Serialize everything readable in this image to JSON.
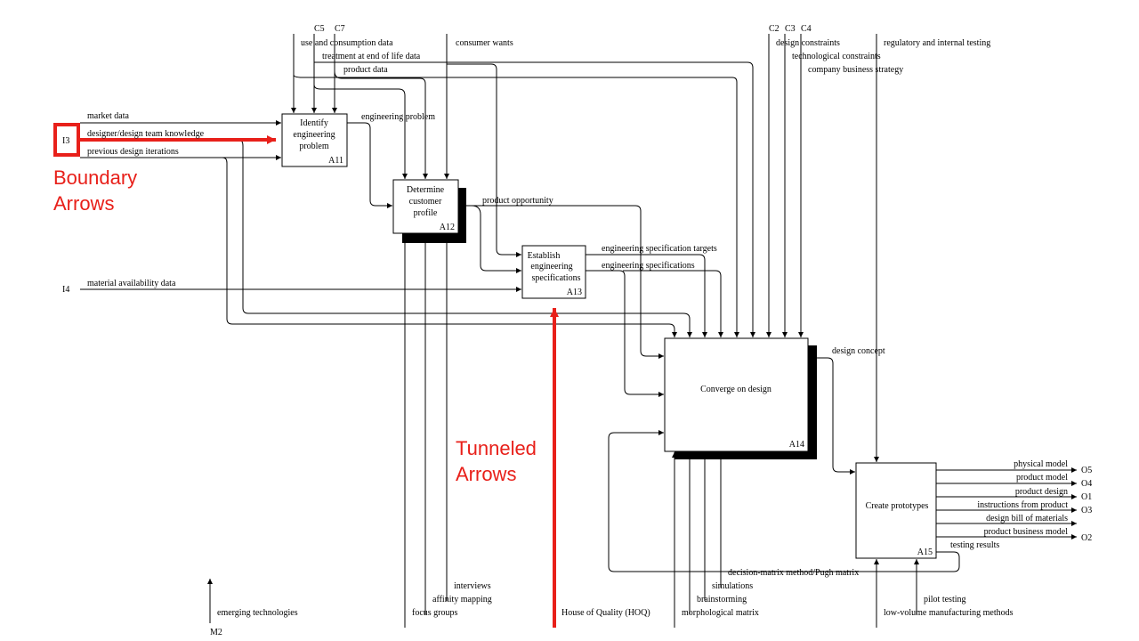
{
  "callouts": {
    "boundary": [
      "Boundary",
      "Arrows"
    ],
    "tunneled": [
      "Tunneled",
      "Arrows"
    ]
  },
  "activities": {
    "a11": {
      "lines": [
        "Identify",
        "engineering",
        "problem"
      ],
      "id": "A11"
    },
    "a12": {
      "lines": [
        "Determine",
        "customer",
        "profile"
      ],
      "id": "A12"
    },
    "a13": {
      "lines": [
        "Establish",
        "engineering",
        "specifications"
      ],
      "id": "A13"
    },
    "a14": {
      "lines": [
        "Converge on design"
      ],
      "id": "A14"
    },
    "a15": {
      "lines": [
        "Create prototypes"
      ],
      "id": "A15"
    }
  },
  "boundary_codes": {
    "c5": "C5",
    "c7": "C7",
    "c2": "C2",
    "c3": "C3",
    "c4": "C4",
    "i3": "I3",
    "i4": "I4",
    "m2": "M2",
    "o5": "O5",
    "o4": "O4",
    "o1": "O1",
    "o3": "O3",
    "o2": "O2"
  },
  "labels": {
    "use_consumption": "use and consumption data",
    "treatment_eol": "treatment at end of life data",
    "product_data": "product data",
    "consumer_wants": "consumer wants",
    "design_constraints": "design constraints",
    "regulatory": "regulatory and internal testing",
    "technological": "technological constraints",
    "business_strategy": "company business strategy",
    "market_data": "market data",
    "team_knowledge": "designer/design team knowledge",
    "previous_iterations": "previous design iterations",
    "engineering_problem": "engineering problem",
    "product_opportunity": "product opportunity",
    "spec_targets": "engineering specification targets",
    "specs": "engineering specifications",
    "material_data": "material availability data",
    "design_concept": "design concept",
    "physical_model": "physical model",
    "product_model": "product model",
    "product_design": "product design",
    "instructions": "instructions from product",
    "bom": "design bill of materials",
    "business_model": "product business model",
    "testing_results": "testing results",
    "decision_matrix": "decision-matrix method/Pugh matrix",
    "simulations": "simulations",
    "brainstorming": "brainstorming",
    "morphological": "morphological matrix",
    "interviews": "interviews",
    "affinity": "affinity mapping",
    "focus_groups": "focus groups",
    "hoq": "House of Quality (HOQ)",
    "pilot_testing": "pilot testing",
    "low_volume": "low-volume manufacturing methods",
    "emerging_tech": "emerging technologies"
  },
  "colors": {
    "highlight": "#e8201a",
    "line": "#000000",
    "background": "#ffffff"
  }
}
